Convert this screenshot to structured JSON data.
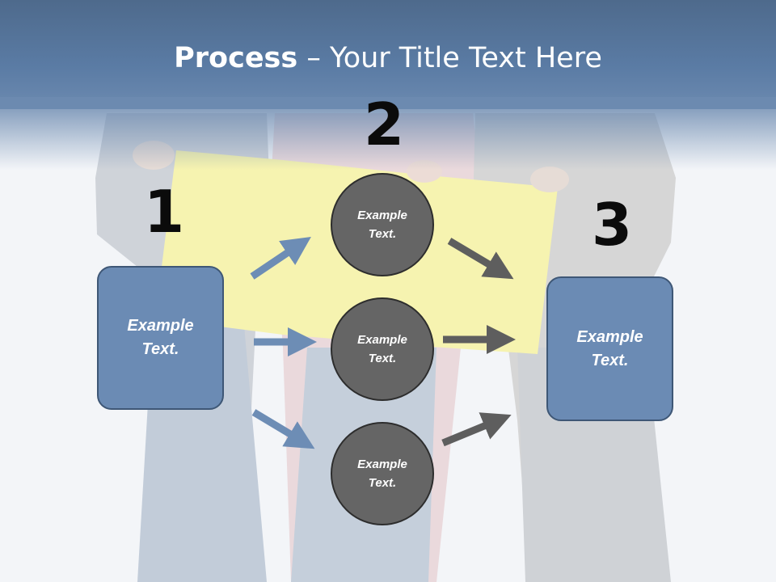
{
  "slide": {
    "title_bold": "Process",
    "title_rest": " – Your Title Text Here"
  },
  "steps": {
    "one": "1",
    "two": "2",
    "three": "3"
  },
  "left_box": {
    "text": "Example\nText."
  },
  "right_box": {
    "text": "Example\nText."
  },
  "circles": [
    {
      "text": "Example\nText."
    },
    {
      "text": "Example\nText."
    },
    {
      "text": "Example\nText."
    }
  ],
  "colors": {
    "header": "#5a7ba4",
    "box_fill": "#6b8bb4",
    "circle_fill": "#656565",
    "blue_arrow": "#6d8db5",
    "gray_arrow": "#5e5e5e",
    "banner": "#f6f3b0"
  }
}
